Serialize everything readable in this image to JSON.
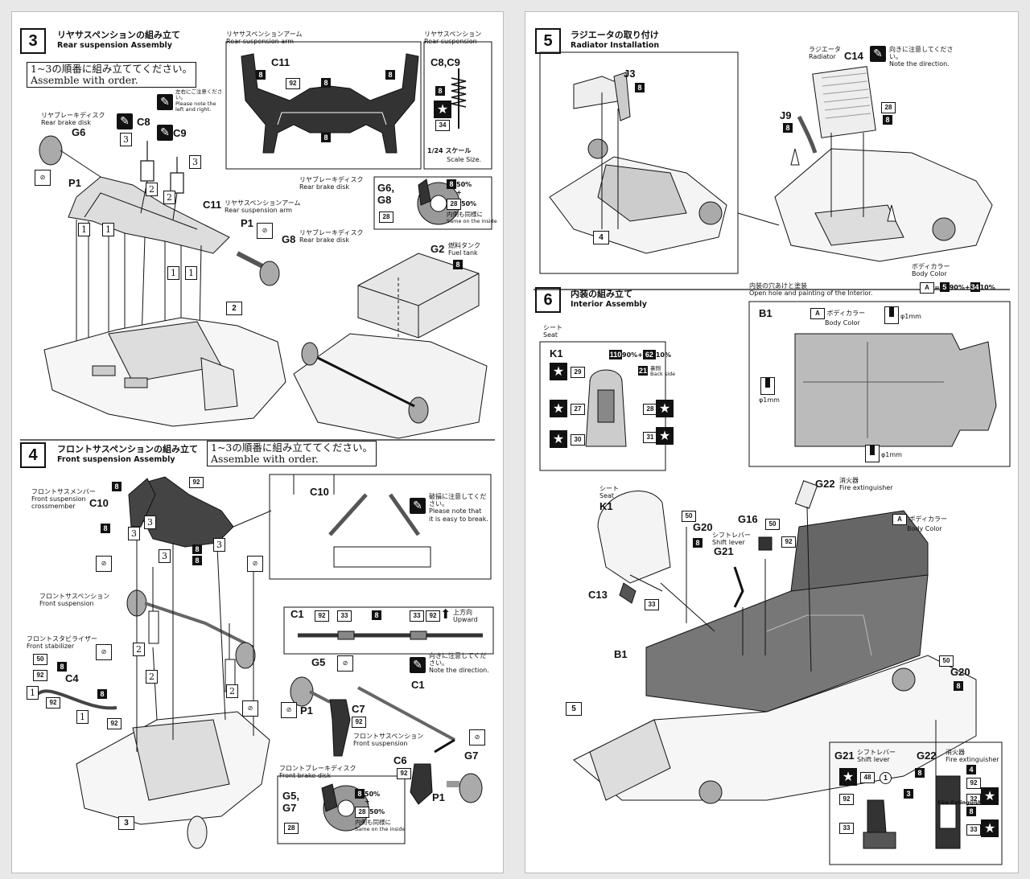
{
  "step3": {
    "number": "3",
    "title_jp": "リヤサスペンションの組み立て",
    "title_en": "Rear suspension Assembly",
    "order_jp": "1~3の順番に組み立ててください。",
    "order_en": "Assemble with order.",
    "c11_caption_jp": "リヤサスペンションアーム",
    "c11_caption_en": "Rear suspension arm",
    "c11": "C11",
    "c89_caption_jp": "リヤサスペンション",
    "c89_caption_en": "Rear suspension",
    "c89": "C8,C9",
    "scale_jp": "1/24 スケール",
    "scale_en": "Scale Size.",
    "brake_jp": "リヤブレーキディスク",
    "brake_en": "Rear brake disk",
    "g6": "G6",
    "p1": "P1",
    "c8": "C8",
    "c9": "C9",
    "lr_jp": "左右にご注意ください。",
    "lr_en1": "Please note the",
    "lr_en2": "left and right.",
    "c11_arm_jp": "リヤサスペンションアーム",
    "c11_arm_en": "Rear suspension arm",
    "g8": "G8",
    "g8_jp": "リヤブレーキディスク",
    "g8_en": "Rear brake disk",
    "g6g8": "G6,\nG8",
    "g6g8_a": "G6,",
    "g6g8_b": "G8",
    "pct50": "50%",
    "plus": "+",
    "inside_jp": "内側も同様に",
    "inside_en": "Same on the inside",
    "g2": "G2",
    "g2_jp": "燃料タンク",
    "g2_en": "Fuel tank",
    "ref": "2"
  },
  "step4": {
    "number": "4",
    "title_jp": "フロントサスペンションの組み立て",
    "title_en": "Front suspension Assembly",
    "order_jp": "1~3の順番に組み立ててください。",
    "order_en": "Assemble with order.",
    "member_jp": "フロントサスメンバー",
    "member_en1": "Front suspension",
    "member_en2": "crossmember",
    "c10": "C10",
    "fs_jp": "フロントサスペンション",
    "fs_en": "Front suspension",
    "stab_jp": "フロントスタビライザー",
    "stab_en": "Front stabilizer",
    "c4": "C4",
    "break_jp": "破損に注意してください。",
    "break_en1": "Please note that",
    "break_en2": "it is easy to break.",
    "c1": "C1",
    "upward_jp": "上方向",
    "upward_en": "Upward",
    "dir_jp": "向きに注意してください。",
    "dir_en": "Note the direction.",
    "g5": "G5",
    "c7": "C7",
    "p1": "P1",
    "fs2_jp": "フロントサスペンション",
    "fs2_en": "Front suspension",
    "c6": "C6",
    "g7": "G7",
    "fbd_jp": "フロントブレーキディスク",
    "fbd_en": "Front brake disk",
    "g5g7_a": "G5,",
    "g5g7_b": "G7",
    "pct50": "50%",
    "plus": "+",
    "inside_jp": "内側も同様に",
    "inside_en": "Same on the inside",
    "ref": "3"
  },
  "step5": {
    "number": "5",
    "title_jp": "ラジエータの取り付け",
    "title_en": "Radiator Installation",
    "j3": "J3",
    "rad_jp": "ラジエータ",
    "rad_en": "Radiator",
    "c14": "C14",
    "dir_jp": "向きに注意してください。",
    "dir_en": "Note the direction.",
    "j9": "J9",
    "ref": "4",
    "bodycolor_jp": "ボディカラー",
    "bodycolor_en": "Body Color",
    "mix": "90%+",
    "mix_end": "10%"
  },
  "step6": {
    "number": "6",
    "title_jp": "内装の組み立て",
    "title_en": "Interior Assembly",
    "seat_jp": "シート",
    "seat_en": "Seat",
    "k1": "K1",
    "mix": "90%+",
    "mix_end": "10%",
    "back_jp": "裏側",
    "back_en": "Back side",
    "hole_jp": "内装の穴あけと塗装",
    "hole_en": "Open hole and painting of the Interior.",
    "b1": "B1",
    "bc_jp": "ボディカラー",
    "bc_en": "Body Color",
    "drill": "φ1mm",
    "g22": "G22",
    "ext_jp": "消火器",
    "ext_en": "Fire extinguisher",
    "g16": "G16",
    "g20": "G20",
    "shift_jp": "シフトレバー",
    "shift_en": "Shift lever",
    "g21": "G21",
    "c13": "C13",
    "ref": "5",
    "fe_label": "Fire Extinguisher"
  }
}
